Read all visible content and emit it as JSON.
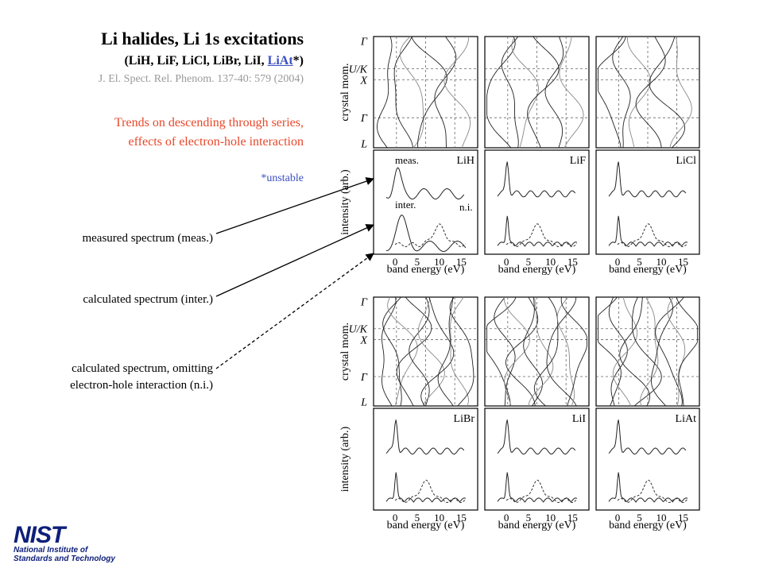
{
  "header": {
    "title": "Li halides, Li 1s excitations",
    "subtitle_prefix": "(LiH, LiF, LiCl, LiBr, LiI, ",
    "subtitle_link": "LiAt",
    "subtitle_suffix": "*)",
    "reference": "J. El. Spect. Rel. Phenom. 137-40: 579 (2004)"
  },
  "notes": {
    "trends_line1": "Trends on descending through series,",
    "trends_line2": "effects of electron-hole interaction",
    "unstable": "*unstable"
  },
  "callouts": {
    "measured": "measured spectrum (meas.)",
    "calculated": "calculated spectrum (inter.)",
    "omitting_line1": "calculated spectrum, omitting",
    "omitting_line2": "electron-hole interaction (n.i.)"
  },
  "figure": {
    "band_ylabel": "crystal mom.",
    "spec_ylabel": "intensity (arb.)",
    "xlabel": "band energy (eV)",
    "sym_points": [
      "Γ",
      "U/K",
      "X",
      "Γ",
      "L"
    ],
    "xticks": [
      "0",
      "5",
      "10",
      "15"
    ],
    "panels": [
      "LiH",
      "LiF",
      "LiCl",
      "LiBr",
      "LiI",
      "LiAt"
    ],
    "annot_meas": "meas.",
    "annot_inter": "inter.",
    "annot_ni": "n.i."
  },
  "logo": {
    "mark": "NIST",
    "line1": "National Institute of",
    "line2": "Standards and Technology"
  },
  "colors": {
    "reference": "#999999",
    "trends": "#e8472a",
    "link": "#3b4fc0"
  }
}
